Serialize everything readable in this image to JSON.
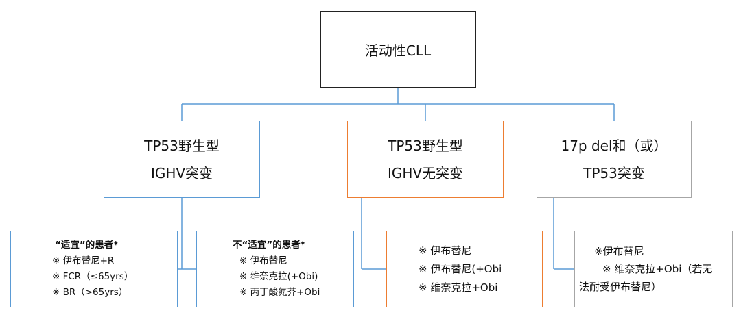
{
  "root": {
    "label": "活动性CLL"
  },
  "groups": [
    {
      "line1": "TP53野生型",
      "line2": "IGHV突变"
    },
    {
      "line1": "TP53野生型",
      "line2": "IGHV无突变"
    },
    {
      "line1": "17p del和（或）",
      "line2": "TP53突变"
    }
  ],
  "leaves": [
    {
      "header": "“适宜”的患者*",
      "items": [
        "※ 伊布替尼+R",
        "※ FCR（≤65yrs）",
        "※ BR（>65yrs）"
      ]
    },
    {
      "header": "不“适宜”的患者*",
      "items": [
        "※ 伊布替尼",
        "※ 维奈克拉(+Obi)",
        "※ 丙丁酸氮芥+Obi"
      ]
    },
    {
      "items": [
        "※  伊布替尼",
        "※  伊布替尼(+Obi",
        "※  维奈克拉+Obi"
      ]
    },
    {
      "items": [
        "※伊布替尼",
        "※  维奈克拉+Obi（若无",
        "法耐受伊布替尼）"
      ]
    }
  ],
  "colors": {
    "root_border": "#222222",
    "blue": "#5b9bd5",
    "orange": "#ed7d31",
    "gray": "#a6a6a6"
  }
}
